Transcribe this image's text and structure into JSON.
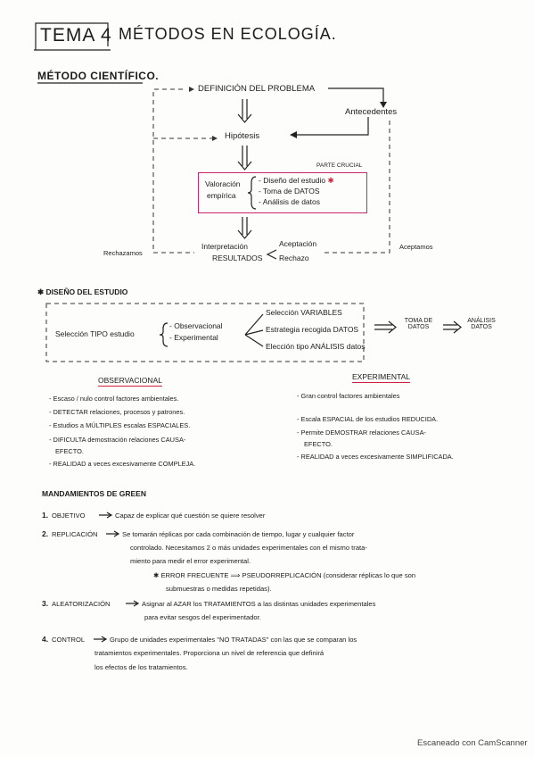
{
  "header": {
    "tema": "TEMA 4",
    "title": "MÉTODOS EN ECOLOGÍA."
  },
  "metodo": {
    "heading": "MÉTODO CIENTÍFICO.",
    "definicion": "DEFINICIÓN DEL PROBLEMA",
    "antecedentes": "Antecedentes",
    "hipotesis": "Hipótesis",
    "parte_crucial": "PARTE CRUCIAL",
    "valoracion_1": "Valoración",
    "valoracion_2": "empírica",
    "vale_items": [
      "Diseño del estudio",
      "Toma de DATOS",
      "Análisis de datos"
    ],
    "star": "✱",
    "interp_1": "Interpretación",
    "interp_2": "RESULTADOS",
    "aceptacion": "Aceptación",
    "rechazo": "Rechazo",
    "rechazamos": "Rechazamos",
    "aceptamos": "Aceptamos"
  },
  "diseno": {
    "heading": "✱ DISEÑO DEL ESTUDIO",
    "seleccion_tipo": "Selección TIPO estudio",
    "tipos": [
      "Observacional",
      "Experimental"
    ],
    "pasos": [
      "Selección VARIABLES",
      "Estrategia recogida DATOS",
      "Elección tipo ANÁLISIS datos"
    ],
    "toma": "TOMA DE DATOS",
    "analisis": "ANÁLISIS DATOS"
  },
  "observacional": {
    "heading": "OBSERVACIONAL",
    "items": [
      "- Escaso / nulo control factores ambientales.",
      "- DETECTAR relaciones, procesos y patrones.",
      "- Estudios a MÚLTIPLES escalas ESPACIALES.",
      "- DIFICULTA demostración relaciones CAUSA-",
      "EFECTO.",
      "- REALIDAD a veces excesivamente COMPLEJA."
    ]
  },
  "experimental": {
    "heading": "EXPERIMENTAL",
    "items": [
      "- Gran control factores ambientales",
      "- Escala ESPACIAL de los estudios REDUCIDA.",
      "- Permite DEMOSTRAR relaciones CAUSA-",
      "EFECTO.",
      "- REALIDAD a veces excesivamente SIMPLIFICADA."
    ]
  },
  "green": {
    "heading": "MANDAMIENTOS DE GREEN",
    "items": [
      {
        "n": "1.",
        "label": "OBJETIVO",
        "lines": [
          "Capaz de explicar qué cuestión se quiere resolver"
        ]
      },
      {
        "n": "2.",
        "label": "REPLICACIÓN",
        "lines": [
          "Se tomarán réplicas por cada combinación de tiempo, lugar y cualquier factor",
          "controlado. Necesitamos 2 o más unidades experimentales con el mismo trata-",
          "miento para medir el error experimental.",
          "✱ ERROR FRECUENTE ⟹ PSEUDORREPLICACIÓN (considerar réplicas lo que son",
          "submuestras o medidas repetidas)."
        ]
      },
      {
        "n": "3.",
        "label": "ALEATORIZACIÓN",
        "lines": [
          "Asignar al AZAR los TRATAMIENTOS a las distintas unidades experimentales",
          "para evitar sesgos del experimentador."
        ]
      },
      {
        "n": "4.",
        "label": "CONTROL",
        "lines": [
          "Grupo de unidades experimentales \"NO TRATADAS\" con las que se comparan los",
          "tratamientos experimentales. Proporciona un nivel de referencia que definirá",
          "los efectos de los tratamientos."
        ]
      }
    ]
  },
  "footer": {
    "scanner": "Escaneado con CamScanner"
  }
}
